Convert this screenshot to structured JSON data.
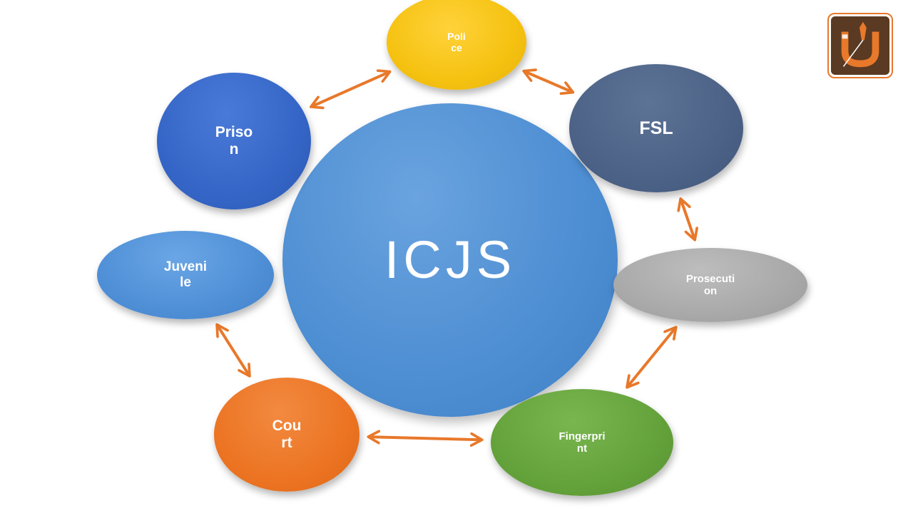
{
  "diagram": {
    "center": {
      "label": "ICJS",
      "color": "#4f8fd3"
    },
    "nodes": {
      "police": {
        "label": "Poli\nce",
        "color": "#f5c211"
      },
      "prison": {
        "label": "Priso\nn",
        "color": "#3566c7"
      },
      "fsl": {
        "label": "FSL",
        "color": "#4c6286"
      },
      "juvenile": {
        "label": "Juveni\nle",
        "color": "#4f8fd6"
      },
      "prosecution": {
        "label": "Prosecuti\non",
        "color": "#a9a9a9"
      },
      "court": {
        "label": "Cou\nrt",
        "color": "#ec7423"
      },
      "fingerprint": {
        "label": "Fingerpri\nnt",
        "color": "#64a23b"
      }
    },
    "arrow_color": "#e8782a",
    "links": [
      [
        "prison",
        "police"
      ],
      [
        "police",
        "fsl"
      ],
      [
        "fsl",
        "prosecution"
      ],
      [
        "prosecution",
        "fingerprint"
      ],
      [
        "fingerprint",
        "court"
      ],
      [
        "court",
        "juvenile"
      ]
    ]
  },
  "logo": {
    "icon": "brand-logo-icon",
    "background": "#5a3a22",
    "accent": "#e8782a"
  }
}
